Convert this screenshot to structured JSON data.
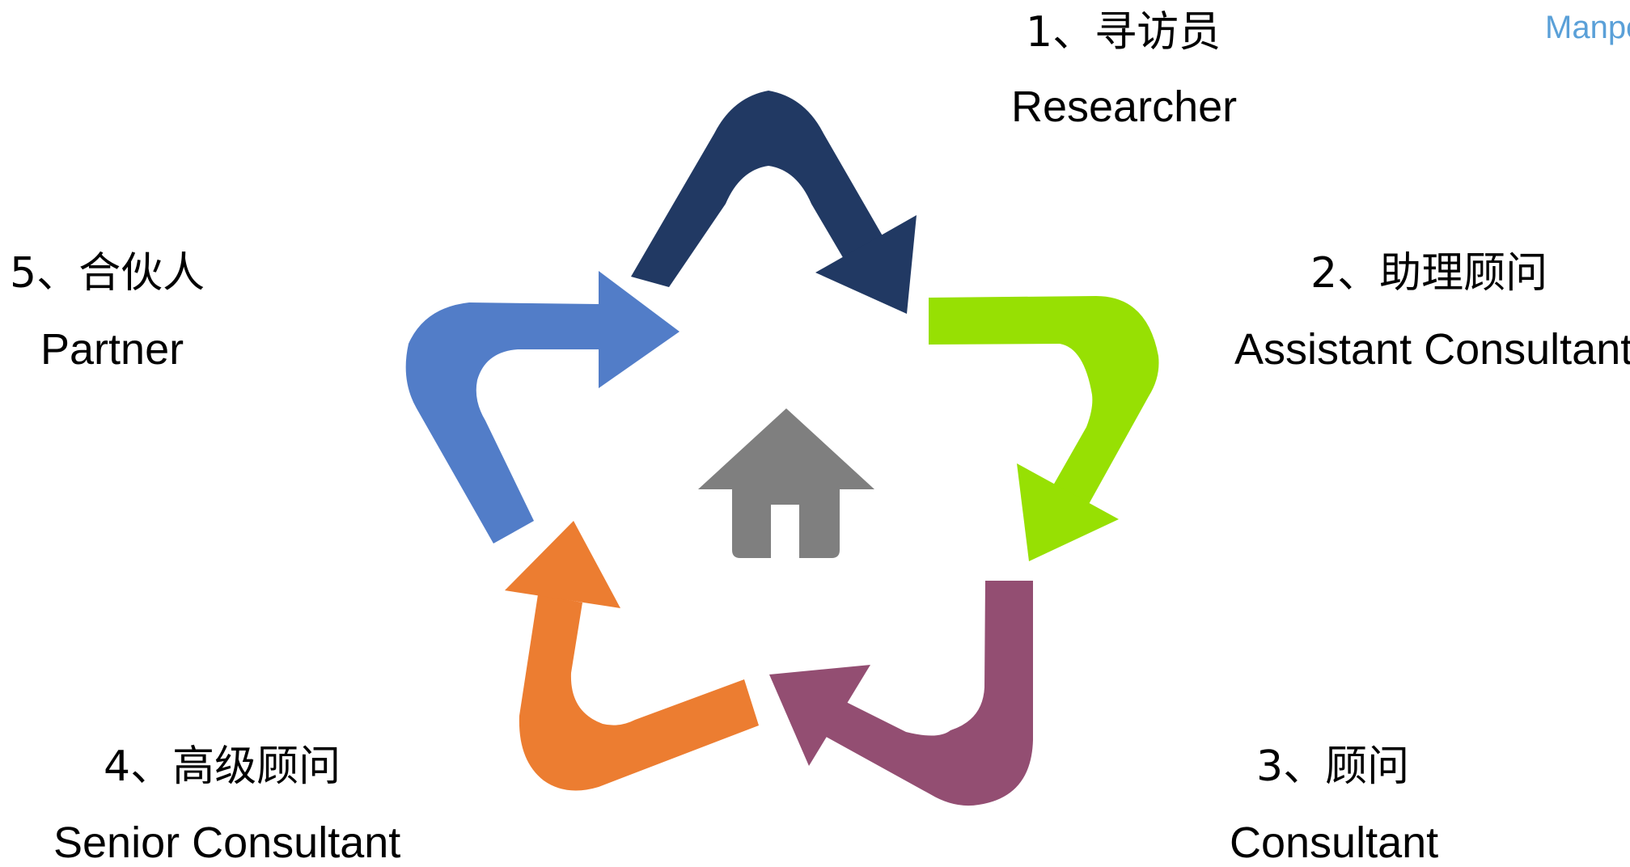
{
  "brand": {
    "text": "Manpo",
    "color": "#5aa0d8"
  },
  "stages": [
    {
      "number_cn": "1、寻访员",
      "english": "Researcher",
      "color": "#213963",
      "icon": "arrow-researcher"
    },
    {
      "number_cn": "2、助理顾问",
      "english": "Assistant Consultant",
      "color": "#97e003",
      "icon": "arrow-assistant"
    },
    {
      "number_cn": "3、顾问",
      "english": "Consultant",
      "color": "#934e72",
      "icon": "arrow-consultant"
    },
    {
      "number_cn": "4、高级顾问",
      "english": "Senior Consultant",
      "color": "#ec7d31",
      "icon": "arrow-senior"
    },
    {
      "number_cn": "5、合伙人",
      "english": "Partner",
      "color": "#527dc8",
      "icon": "arrow-partner"
    }
  ],
  "center_icon": {
    "name": "home-icon",
    "color": "#7f7f7f"
  }
}
